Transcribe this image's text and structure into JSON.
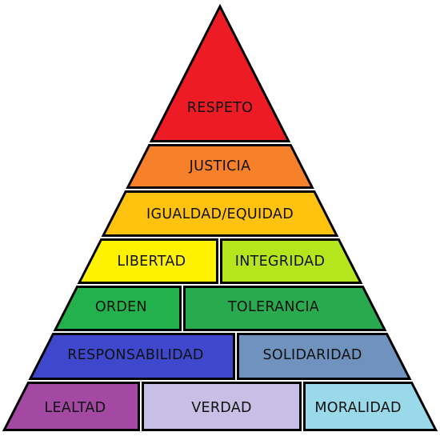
{
  "pyramid": {
    "levels": [
      {
        "blocks": [
          {
            "label": "RESPETO",
            "color": "#ed1c24"
          }
        ]
      },
      {
        "blocks": [
          {
            "label": "JUSTICIA",
            "color": "#f7802a"
          }
        ]
      },
      {
        "blocks": [
          {
            "label": "IGUALDAD/EQUIDAD",
            "color": "#ffc20e"
          }
        ]
      },
      {
        "blocks": [
          {
            "label": "LIBERTAD",
            "color": "#fff200"
          },
          {
            "label": "INTEGRIDAD",
            "color": "#b5e61d"
          }
        ]
      },
      {
        "blocks": [
          {
            "label": "ORDEN",
            "color": "#22b14c"
          },
          {
            "label": "TOLERANCIA",
            "color": "#2aaa4e"
          }
        ]
      },
      {
        "blocks": [
          {
            "label": "RESPONSABILIDAD",
            "color": "#3f48cc"
          },
          {
            "label": "SOLIDARIDAD",
            "color": "#7092be"
          }
        ]
      },
      {
        "blocks": [
          {
            "label": "LEALTAD",
            "color": "#a349a4"
          },
          {
            "label": "VERDAD",
            "color": "#c8bfe7"
          },
          {
            "label": "MORALIDAD",
            "color": "#99d9ea"
          }
        ]
      }
    ]
  }
}
